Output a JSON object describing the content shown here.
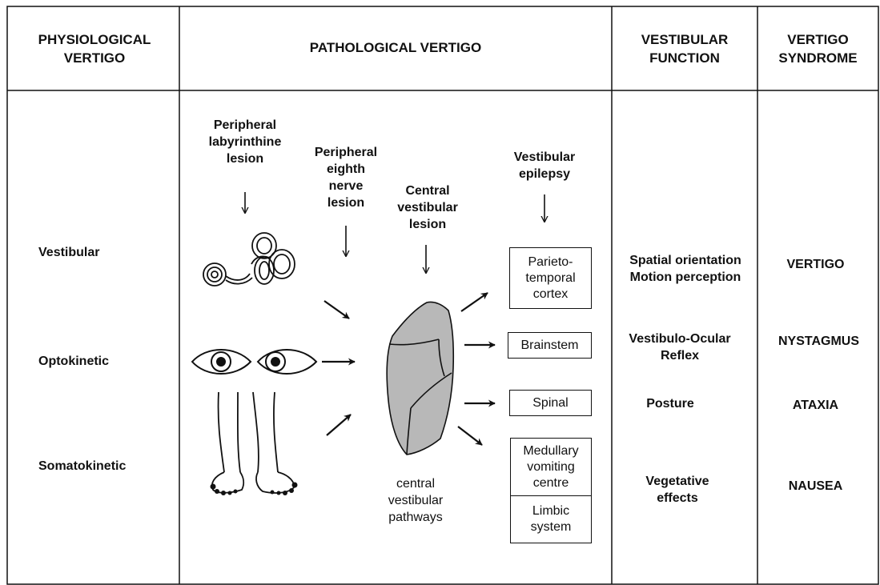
{
  "headers": {
    "physiological": [
      "PHYSIOLOGICAL",
      "VERTIGO"
    ],
    "pathological": "PATHOLOGICAL VERTIGO",
    "function": [
      "VESTIBULAR",
      "FUNCTION"
    ],
    "syndrome": [
      "VERTIGO",
      "SYNDROME"
    ]
  },
  "physiological_types": [
    "Vestibular",
    "Optokinetic",
    "Somatokinetic"
  ],
  "lesions": {
    "labyrinthine": [
      "Peripheral",
      "labyrinthine",
      "lesion"
    ],
    "eighth_nerve": [
      "Peripheral",
      "eighth",
      "nerve",
      "lesion"
    ],
    "central": [
      "Central",
      "vestibular",
      "lesion"
    ],
    "epilepsy": [
      "Vestibular",
      "epilepsy"
    ]
  },
  "central_pathways": [
    "central",
    "vestibular",
    "pathways"
  ],
  "targets": {
    "cortex": [
      "Parieto-",
      "temporal",
      "cortex"
    ],
    "brainstem": "Brainstem",
    "spinal": "Spinal",
    "medullary": [
      "Medullary",
      "vomiting",
      "centre"
    ],
    "limbic": [
      "Limbic",
      "system"
    ]
  },
  "functions": {
    "spatial": [
      "Spatial orientation",
      "Motion perception"
    ],
    "vor": [
      "Vestibulo-Ocular",
      "Reflex"
    ],
    "posture": "Posture",
    "vegetative": [
      "Vegetative",
      "effects"
    ]
  },
  "syndromes": [
    "VERTIGO",
    "NYSTAGMUS",
    "ATAXIA",
    "NAUSEA"
  ],
  "colors": {
    "line": "#111111",
    "brain_fill": "#b8b8b8",
    "background": "#ffffff"
  },
  "icons": [
    "inner-ear-icon",
    "eye-icon",
    "legs-icon",
    "arrow-icon"
  ]
}
